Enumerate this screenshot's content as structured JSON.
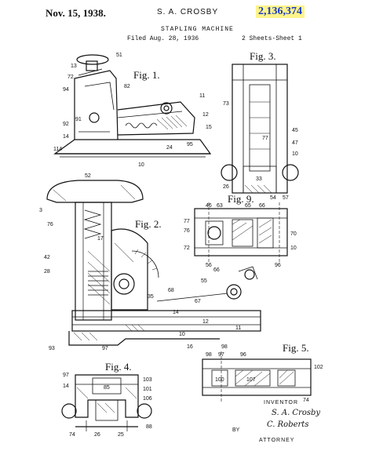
{
  "header": {
    "date": "Nov. 15, 1938.",
    "inventor": "S. A. CROSBY",
    "patent_number": "2,136,374",
    "title": "STAPLING MACHINE",
    "filed": "Filed Aug. 28, 1936",
    "sheets": "2 Sheets-Sheet 1"
  },
  "figures": {
    "fig1": "Fig. 1.",
    "fig2": "Fig. 2.",
    "fig3": "Fig. 3.",
    "fig4": "Fig. 4.",
    "fig5": "Fig. 5.",
    "fig9": "Fig. 9."
  },
  "signature": {
    "inventor_label": "INVENTOR",
    "inventor_sig": "S. A. Crosby",
    "by_label": "BY",
    "attorney_sig": "C. Roberts",
    "attorney_label": "ATTORNEY"
  },
  "reference_numerals": {
    "fig1": [
      "51",
      "13",
      "72",
      "94",
      "92",
      "14",
      "114",
      "10",
      "11",
      "12",
      "15",
      "95",
      "24",
      "82",
      "91"
    ],
    "fig2": [
      "52",
      "3",
      "76",
      "17",
      "42",
      "28",
      "66",
      "55",
      "35",
      "10",
      "93",
      "98",
      "12",
      "16",
      "11",
      "67",
      "68",
      "14",
      "97"
    ],
    "fig3": [
      "73",
      "77",
      "45",
      "47",
      "10",
      "26",
      "33",
      "54",
      "57"
    ],
    "fig4": [
      "97",
      "14",
      "85",
      "103",
      "101",
      "106",
      "88",
      "74",
      "26",
      "25"
    ],
    "fig5": [
      "98",
      "97",
      "96",
      "100",
      "107",
      "102",
      "74"
    ],
    "fig9": [
      "46",
      "63",
      "65",
      "66",
      "70",
      "10",
      "72",
      "56",
      "76",
      "77",
      "96"
    ]
  },
  "colors": {
    "ink": "#111111",
    "highlight": "#fff48a",
    "number_blue": "#1a3cc7"
  }
}
